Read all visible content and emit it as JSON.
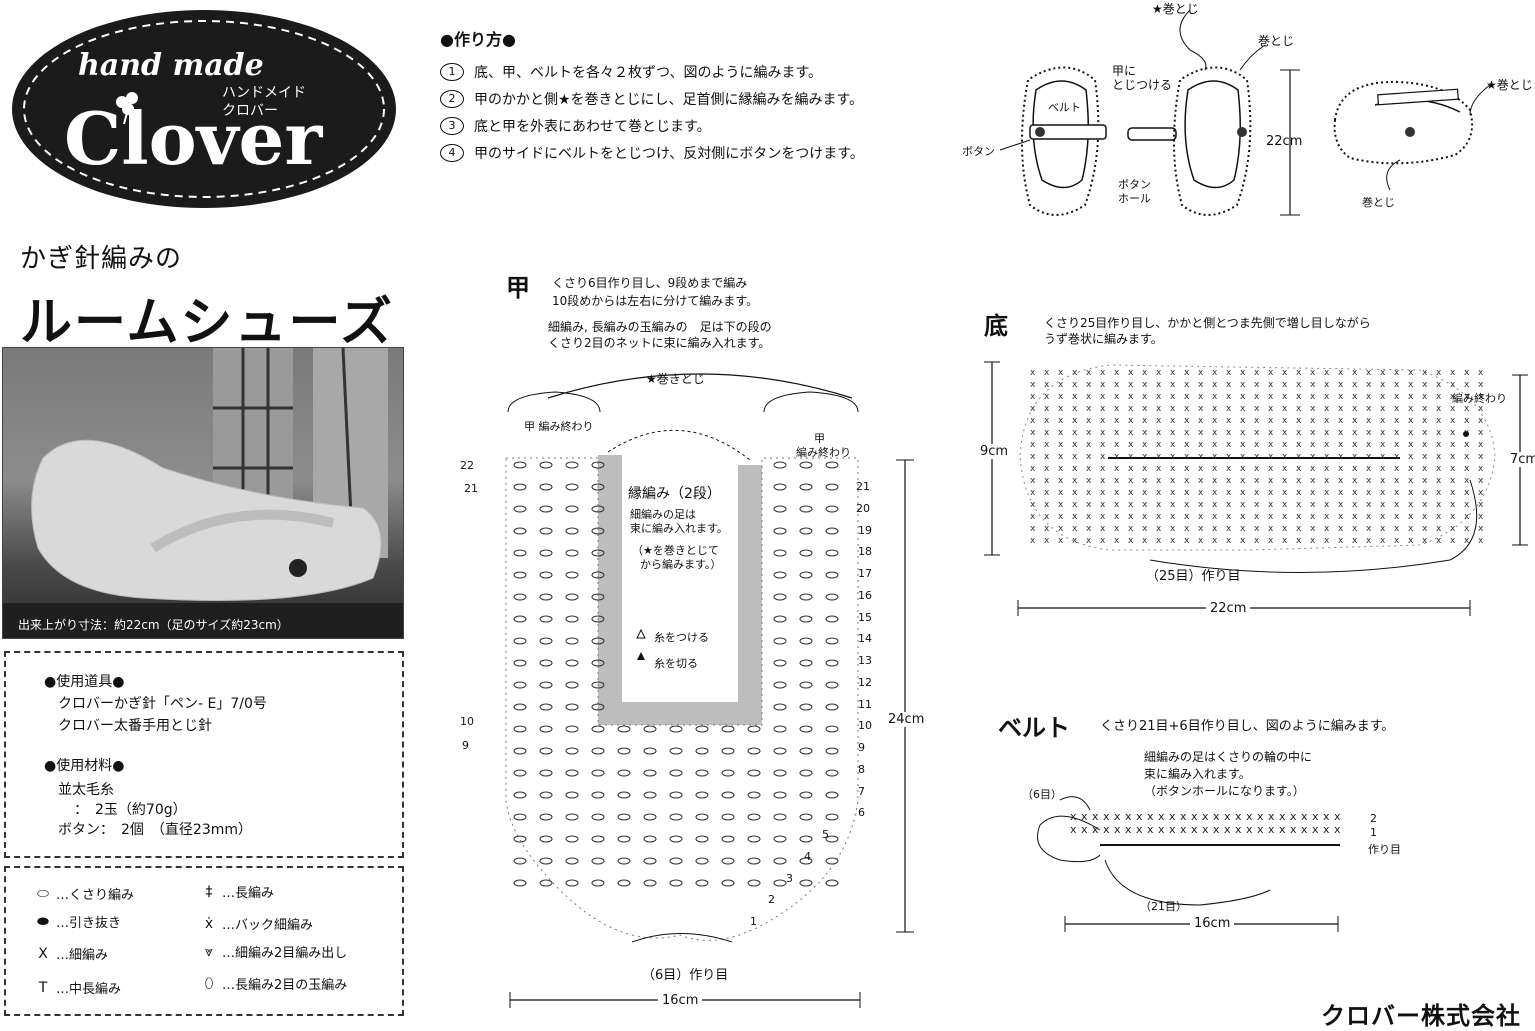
{
  "logo": {
    "line1": "hand made",
    "line2": "ハンドメイド",
    "line3": "クロバー",
    "brand": "Clover"
  },
  "title": {
    "sub": "かぎ針編みの",
    "main": "ルームシューズ"
  },
  "photo": {
    "caption": "出来上がり寸法：約22cm（足のサイズ約23cm）"
  },
  "tools": {
    "h1": "●使用道具●",
    "t1": "クロバーかぎ針「ペン- E」7/0号",
    "t2": "クロバー太番手用とじ針",
    "h2": "●使用材料●",
    "m1": "並太毛糸",
    "m2": "：　2玉（約70g）",
    "m3": "ボタン：　2個　（直径23mm）"
  },
  "legend": [
    {
      "sym": "⬭",
      "label": "…くさり編み"
    },
    {
      "sym": "⬬",
      "label": "…引き抜き"
    },
    {
      "sym": "X",
      "label": "…細編み"
    },
    {
      "sym": "T",
      "label": "…中長編み"
    },
    {
      "sym": "‡",
      "label": "…長編み"
    },
    {
      "sym": "ẋ",
      "label": "…バック細編み"
    },
    {
      "sym": "⩔",
      "label": "…細編み2目編み出し"
    },
    {
      "sym": "⬯",
      "label": "…長編み2目の玉編み"
    }
  ],
  "howto": {
    "heading": "●作り方●",
    "steps": [
      {
        "n": "1",
        "text": "底、甲、ベルトを各々２枚ずつ、図のように編みます。"
      },
      {
        "n": "2",
        "text": "甲のかかと側★を巻きとじにし、足首側に縁編みを編みます。"
      },
      {
        "n": "3",
        "text": "底と甲を外表にあわせて巻とじます。"
      },
      {
        "n": "4",
        "text": "甲のサイドにベルトをとじつけ、反対側にボタンをつけます。"
      }
    ]
  },
  "assembly": {
    "star_makitoji": "★巻とじ",
    "makitoji_top": "巻とじ",
    "kou_ni": "甲に",
    "tojitsukeru": "とじつける",
    "belt": "ベルト",
    "button": "ボタン",
    "buttonhole1": "ボタン",
    "buttonhole2": "ホール",
    "dim": "22cm",
    "side_star": "★巻とじ",
    "side_makitoji": "巻とじ"
  },
  "kou": {
    "label": "甲",
    "note1": "くさり6目作り目し、9段めまで編み",
    "note2": "10段めからは左右に分けて編みます。",
    "note3": "細編み, 長編みの玉編みの　足は下の段の",
    "note4": "くさり2目のネットに束に編み入れます。",
    "star": "★巻きとじ",
    "end_left": "甲 編み終わり",
    "end_right1": "甲",
    "end_right2": "編み終わり",
    "edge_title": "縁編み（2段）",
    "edge_n1": "細編みの足は",
    "edge_n2": "束に編み入れます。",
    "edge_n3": "（★を巻きとじて",
    "edge_n4": "から編みます。）",
    "attach": "糸をつける",
    "cut": "糸を切る",
    "base": "（6目）作り目",
    "width": "16cm",
    "height": "24cm",
    "rows_right": [
      "21",
      "20",
      "19",
      "18",
      "17",
      "16",
      "15",
      "14",
      "13",
      "12",
      "11",
      "10",
      "9",
      "8",
      "7",
      "6",
      "5",
      "4",
      "3",
      "2",
      "1"
    ],
    "rows_left": [
      "22",
      "21",
      "10",
      "9"
    ]
  },
  "sole": {
    "label": "底",
    "note1": "くさり25目作り目し、かかと側とつま先側で増し目しながら",
    "note2": "うず巻状に編みます。",
    "end": "編み終わり",
    "base": "（25目）作り目",
    "h_left": "9cm",
    "h_right": "7cm",
    "width": "22cm"
  },
  "belt": {
    "label": "ベルト",
    "note": "くさり21目+6目作り目し、図のように編みます。",
    "n1": "細編みの足はくさりの輪の中に",
    "n2": "束に編み入れます。",
    "n3": "（ボタンホールになります。）",
    "six": "（6目）",
    "twentyone": "（21目）",
    "row2": "2",
    "row1": "1",
    "base": "作り目",
    "width": "16cm"
  },
  "footer": {
    "company": "クロバー株式会社"
  }
}
